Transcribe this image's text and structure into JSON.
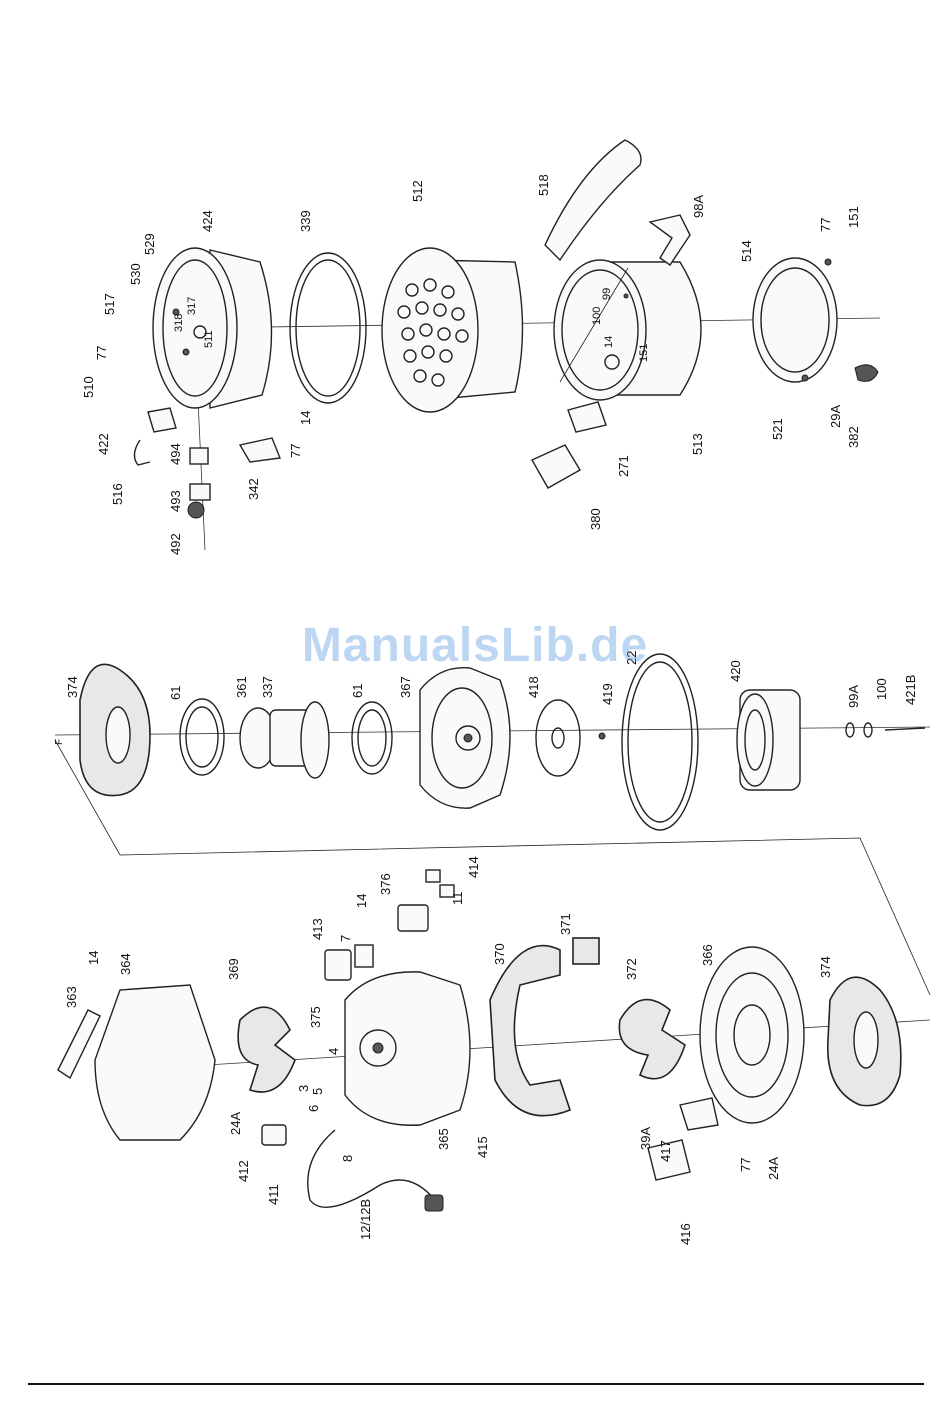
{
  "watermark": "ManualsLib.de",
  "colors": {
    "ink": "#111111",
    "watermark": "#5b9be0",
    "paper": "#ffffff"
  },
  "upper_labels": [
    "530",
    "529",
    "424",
    "339",
    "512",
    "518",
    "98A",
    "517",
    "77",
    "510",
    "318",
    "317",
    "511",
    "422",
    "516",
    "494",
    "493",
    "492",
    "342",
    "77",
    "14",
    "99",
    "100",
    "14",
    "151",
    "271",
    "380",
    "513",
    "514",
    "77",
    "151",
    "521",
    "29A",
    "382"
  ],
  "middle_labels": [
    "374",
    "61",
    "361",
    "337",
    "61",
    "367",
    "418",
    "419",
    "22",
    "420",
    "99A",
    "100",
    "421B",
    "F"
  ],
  "lower_labels": [
    "363",
    "14",
    "364",
    "369",
    "375",
    "413",
    "7",
    "376",
    "14",
    "414",
    "11",
    "4",
    "3",
    "5",
    "6",
    "24A",
    "412",
    "411",
    "8",
    "12/12B",
    "365",
    "415",
    "370",
    "371",
    "372",
    "366",
    "39A",
    "417",
    "77",
    "24A",
    "416",
    "374"
  ]
}
